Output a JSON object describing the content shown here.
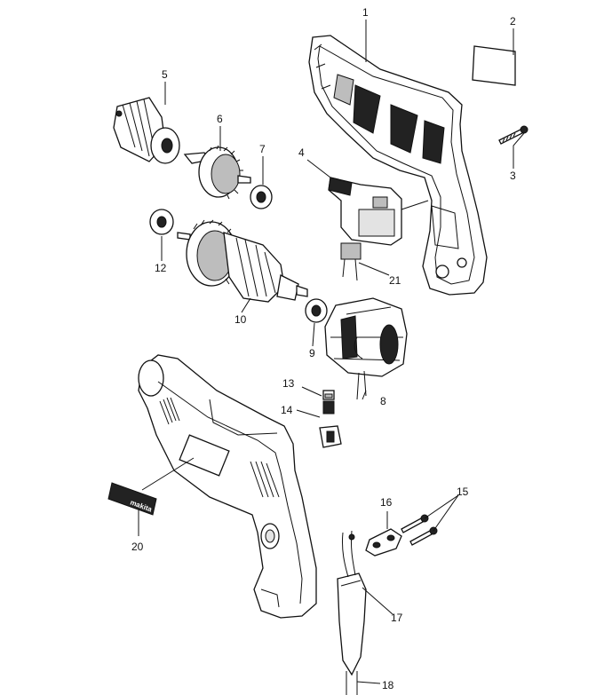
{
  "callouts": {
    "p1": "1",
    "p2": "2",
    "p3": "3",
    "p4": "4",
    "p5": "5",
    "p6": "6",
    "p7": "7",
    "p8": "8",
    "p9": "9",
    "p10": "10",
    "p12": "12",
    "p13": "13",
    "p14": "14",
    "p15": "15",
    "p16": "16",
    "p17": "17",
    "p18": "18",
    "p20": "20",
    "p21": "21"
  },
  "nameplate_brand": "makita",
  "colors": {
    "ink": "#111111",
    "paper": "#ffffff",
    "shade": "#bdbdbd"
  }
}
